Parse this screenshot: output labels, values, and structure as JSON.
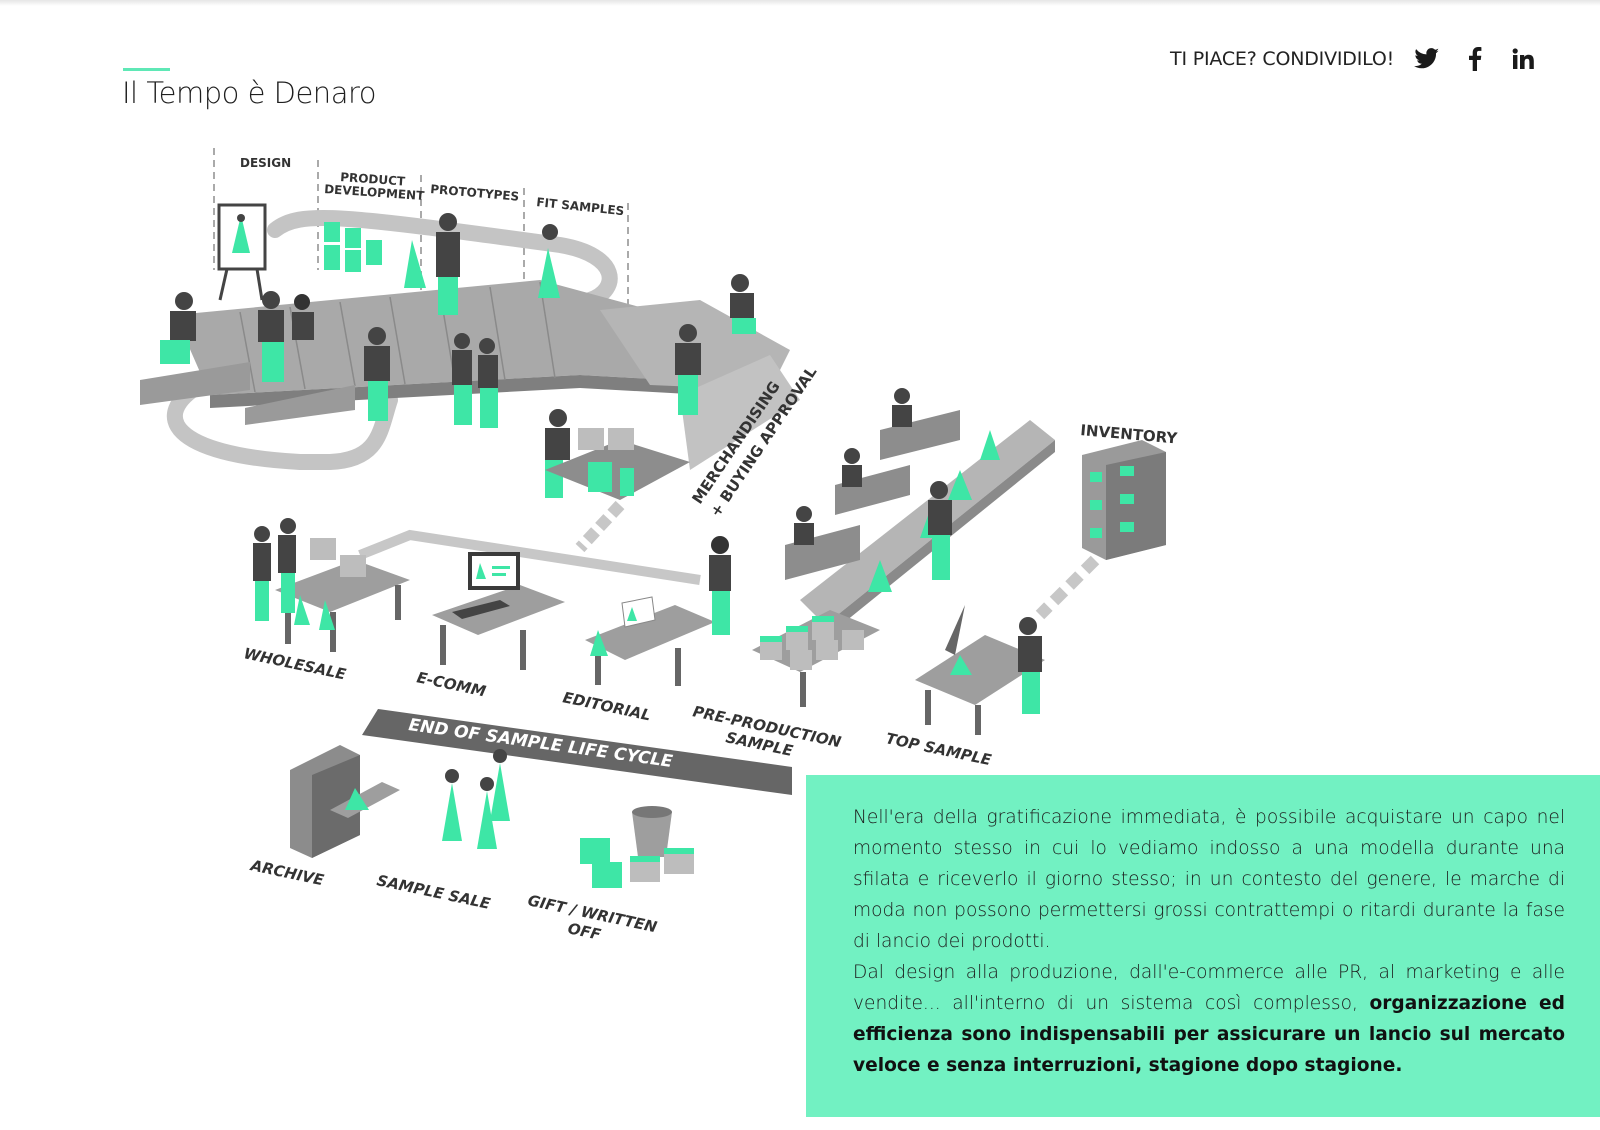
{
  "header": {
    "title": "Il Tempo è Denaro",
    "share_label": "TI PIACE? CONDIVIDILO!",
    "share_icons": [
      "twitter-icon",
      "facebook-icon",
      "linkedin-icon"
    ]
  },
  "diagram": {
    "stages": {
      "design": "DESIGN",
      "product_development_1": "PRODUCT",
      "product_development_2": "DEVELOPMENT",
      "prototypes": "PROTOTYPES",
      "fit_samples": "FIT SAMPLES"
    },
    "approval_1": "MERCHANDISING",
    "approval_2": "+ BUYING APPROVAL",
    "inventory": "INVENTORY",
    "channels": {
      "wholesale": "WHOLESALE",
      "ecomm": "E-COMM",
      "editorial": "EDITORIAL",
      "pre_production_1": "PRE-PRODUCTION",
      "pre_production_2": "SAMPLE",
      "top_sample": "TOP SAMPLE"
    },
    "end_banner": "END OF SAMPLE LIFE CYCLE",
    "end_of_life": {
      "archive": "ARCHIVE",
      "sample_sale": "SAMPLE SALE",
      "gift_1": "GIFT / WRITTEN",
      "gift_2": "OFF"
    },
    "colors": {
      "accent": "#3ee6a6",
      "grey": "#9a9a9a",
      "dark": "#444444",
      "box": "#72f1c2"
    }
  },
  "info": {
    "paragraph1": "Nell'era della gratificazione immediata, è possibile acquistare un capo nel momento stesso in cui lo vediamo indosso a una modella durante una sfilata e riceverlo il giorno stesso; in un contesto del genere, le marche di moda non possono permettersi grossi contrattempi o ritardi durante la fase di lancio dei prodotti.",
    "paragraph2_start": "Dal design alla produzione, dall'e-commerce alle PR, al marketing e alle vendite... all'interno di un sistema così complesso, ",
    "paragraph2_bold": "organizzazione ed efficienza sono indispensabili per assicurare un lancio sul mercato veloce e senza interruzioni, stagione dopo stagione."
  }
}
